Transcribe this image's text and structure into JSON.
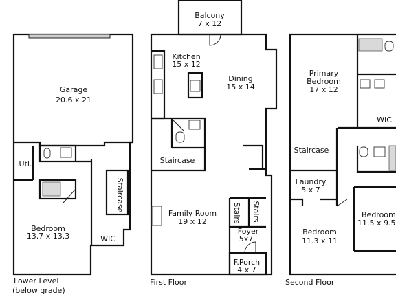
{
  "lower_level": {
    "caption_line1": "Lower Level",
    "caption_line2": "(below grade)",
    "rooms": {
      "garage": {
        "name": "Garage",
        "dims": "20.6 x 21"
      },
      "utl": {
        "name": "Utl."
      },
      "staircase": {
        "name": "Staircase"
      },
      "bedroom": {
        "name": "Bedroom",
        "dims": "13.7 x 13.3"
      },
      "wic": {
        "name": "WIC"
      }
    }
  },
  "first_floor": {
    "caption": "First Floor",
    "rooms": {
      "balcony": {
        "name": "Balcony",
        "dims": "7 x 12"
      },
      "kitchen": {
        "name": "Kitchen",
        "dims": "15 x 12"
      },
      "dining": {
        "name": "Dining",
        "dims": "15 x 14"
      },
      "staircase": {
        "name": "Staircase"
      },
      "family_room": {
        "name": "Family Room",
        "dims": "19 x 12"
      },
      "stairs_left": {
        "name": "Stairs"
      },
      "stairs_right": {
        "name": "Stairs"
      },
      "foyer": {
        "name": "Foyer",
        "dims": "5x7"
      },
      "front_porch": {
        "name": "F.Porch",
        "dims": "4 x 7"
      }
    }
  },
  "second_floor": {
    "caption": "Second Floor",
    "rooms": {
      "primary_bedroom": {
        "name_line1": "Primary",
        "name_line2": "Bedroom",
        "dims": "17 x 12"
      },
      "wic": {
        "name": "WIC"
      },
      "staircase": {
        "name": "Staircase"
      },
      "laundry": {
        "name": "Laundry",
        "dims": "5 x 7"
      },
      "bedroom_a": {
        "name": "Bedroom",
        "dims": "11.3 x 11"
      },
      "bedroom_b": {
        "name": "Bedroom",
        "dims": "11.5 x 9.5"
      }
    }
  },
  "colors": {
    "wall": "#111111",
    "fixture_fill": "#d9d9d9",
    "background": "#ffffff"
  }
}
